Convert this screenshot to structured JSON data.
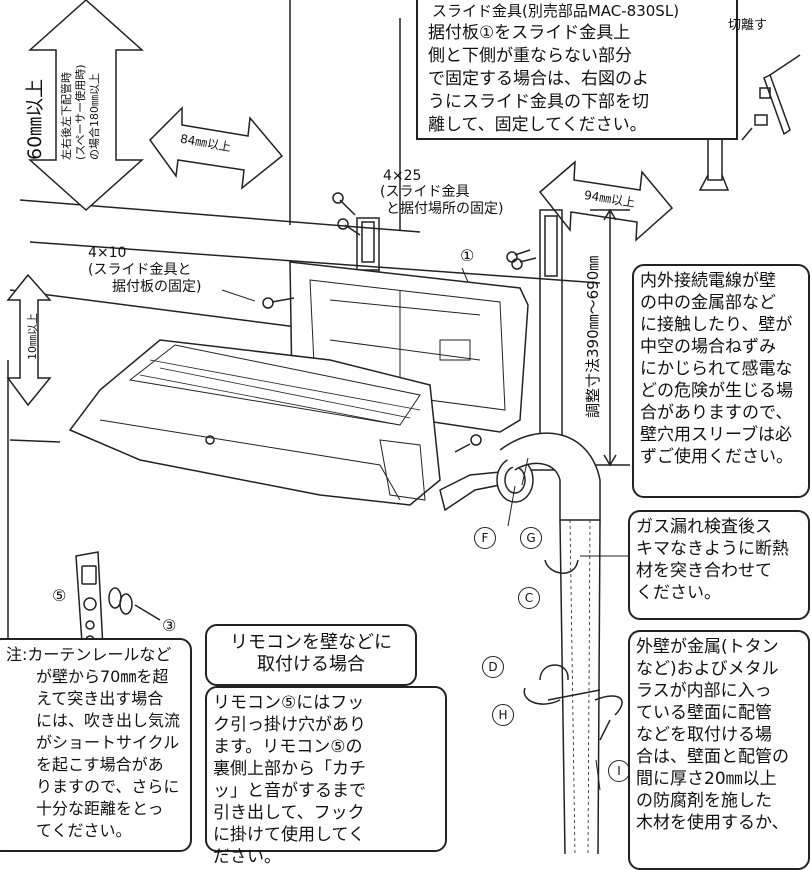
{
  "top_box": {
    "title": "スライド金具(別売部品MAC-830SL)",
    "lines": [
      "据付板①をスライド金具上",
      "側と下側が重ならない部分",
      "で固定する場合は、右図のよ",
      "うにスライド金具の下部を切",
      "離して、固定してください。"
    ],
    "cut_label": "切離す"
  },
  "clearances": {
    "top_main": "60㎜以上",
    "top_sub1": "左右後左下配管時",
    "top_sub2": "(スペーサー使用時)",
    "top_sub3": "の場合180㎜以上",
    "left": "84㎜以上",
    "right": "94㎜以上",
    "bottom": "10㎜以上",
    "adjust": "調整寸法390㎜〜690㎜"
  },
  "screws": {
    "s1_size": "4×25",
    "s1_desc1": "(スライド金具",
    "s1_desc2": "と据付場所の固定)",
    "s2_size": "4×10",
    "s2_desc1": "(スライド金具と",
    "s2_desc2": "据付板の固定)"
  },
  "parts": {
    "p1": "①",
    "p3": "③",
    "p5": "⑤",
    "pC": "C",
    "pD": "D",
    "pF": "F",
    "pG": "G",
    "pH": "H",
    "pI": "I"
  },
  "wire_note": {
    "lines": [
      "内外接続電線が壁",
      "の中の金属部など",
      "に接触したり、壁が",
      "中空の場合ねずみ",
      "にかじられて感電な",
      "どの危険が生じる場",
      "合がありますので、",
      "壁穴用スリーブは必",
      "ずご使用ください。"
    ]
  },
  "gas_note": {
    "lines": [
      "ガス漏れ検査後ス",
      "キマなきように断熱",
      "材を突き合わせて",
      "ください。"
    ]
  },
  "metal_note": {
    "lines": [
      "外壁が金属(トタン",
      "など)およびメタル",
      "ラスが内部に入っ",
      "ている壁面に配管",
      "などを取付ける場",
      "合は、壁面と配管の",
      "間に厚さ20㎜以上",
      "の防腐剤を施した",
      "木材を使用するか、"
    ]
  },
  "remote_box": {
    "title1": "リモコンを壁などに",
    "title2": "取付ける場合",
    "lines": [
      "リモコン⑤にはフッ",
      "ク引っ掛け穴があり",
      "ます。リモコン⑤の",
      "裏側上部から「カチ",
      "ッ」と音がするまで",
      "引き出して、フック",
      "に掛けて使用してく",
      "ださい。"
    ]
  },
  "curtain_note": {
    "lines": [
      "注:カーテンレールなど",
      "が壁から70㎜を超",
      "えて突き出す場合",
      "には、吹き出し気流",
      "がショートサイクル",
      "を起こす場合があ",
      "りますので、さらに",
      "十分な距離をとっ",
      "てください。"
    ]
  }
}
